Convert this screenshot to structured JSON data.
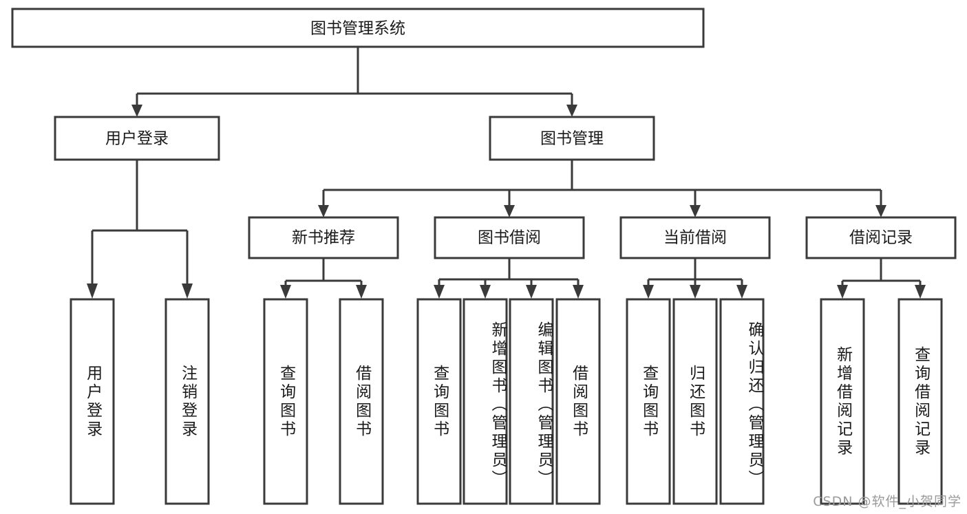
{
  "diagram": {
    "type": "tree",
    "title": "图书管理系统",
    "orientation": "top-down",
    "colors": {
      "box_stroke": "#3a3a3a",
      "box_fill": "#ffffff",
      "connector": "#3a3a3a",
      "text": "#1a1a1a",
      "watermark": "#9a9a9a",
      "background": "#ffffff"
    },
    "root": {
      "label": "图书管理系统"
    },
    "level2": [
      {
        "label": "用户登录"
      },
      {
        "label": "图书管理"
      }
    ],
    "level3": [
      {
        "label": "新书推荐"
      },
      {
        "label": "图书借阅"
      },
      {
        "label": "当前借阅"
      },
      {
        "label": "借阅记录"
      }
    ],
    "leaves": {
      "user_login": [
        {
          "label": "用户登录"
        },
        {
          "label": "注销登录"
        }
      ],
      "new_book_recommend": [
        {
          "label": "查询图书"
        },
        {
          "label": "借阅图书"
        }
      ],
      "book_borrow": [
        {
          "label": "查询图书"
        },
        {
          "label": "新增图书（管理员）"
        },
        {
          "label": "编辑图书（管理员）"
        },
        {
          "label": "借阅图书"
        }
      ],
      "current_borrow": [
        {
          "label": "查询图书"
        },
        {
          "label": "归还图书"
        },
        {
          "label": "确认归还（管理员）"
        }
      ],
      "borrow_record": [
        {
          "label": "新增借阅记录"
        },
        {
          "label": "查询借阅记录"
        }
      ]
    }
  },
  "watermark": {
    "text": "CSDN @软件_小贺同学"
  }
}
